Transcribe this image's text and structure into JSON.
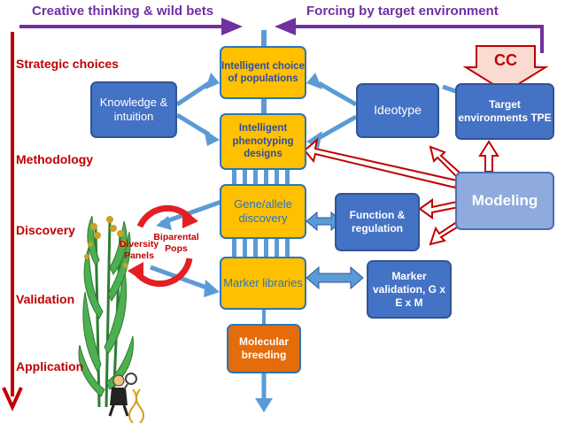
{
  "top": {
    "left_label": "Creative thinking & wild bets",
    "right_label": "Forcing by target environment"
  },
  "stages": [
    "Strategic choices",
    "Methodology",
    "Discovery",
    "Validation",
    "Application"
  ],
  "center_boxes": {
    "choice": "Intelligent choice of populations",
    "designs": "Intelligent phenotyping designs",
    "gene": "Gene/allele discovery",
    "marker": "Marker libraries",
    "breeding": "Molecular breeding"
  },
  "side_boxes": {
    "knowledge": "Knowledge & intuition",
    "ideotype": "Ideotype",
    "target": "Target environments TPE",
    "function": "Function & regulation",
    "validation": "Marker validation, G x E x M",
    "modeling": "Modeling"
  },
  "cc": "CC",
  "cycle": {
    "biparental": "Biparental Pops",
    "diversity": "Diversity Panels"
  },
  "colors": {
    "purple": "#7030a0",
    "red": "#c00000",
    "yellow": "#ffc000",
    "blue": "#4472c4",
    "orange": "#e46c0a",
    "modeling": "#8faadc"
  }
}
